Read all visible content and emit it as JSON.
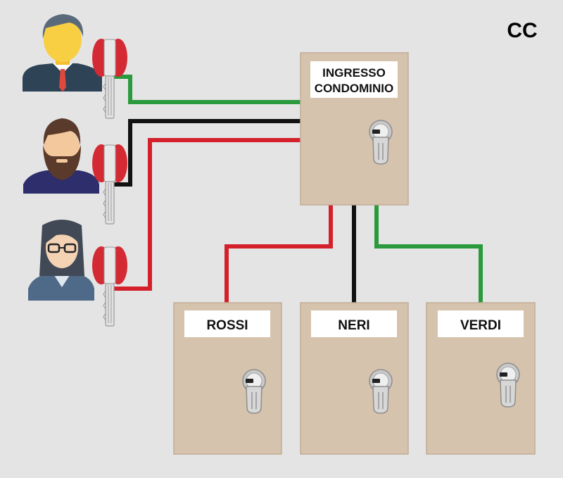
{
  "brand": "CC",
  "doors": {
    "main": {
      "line1": "INGRESSO",
      "line2": "CONDOMINIO"
    },
    "rossi": "ROSSI",
    "neri": "NERI",
    "verdi": "VERDI"
  },
  "wire_colors": {
    "green": "#2a9a3c",
    "black": "#111111",
    "red": "#d4202a"
  },
  "colors": {
    "door": "#d6c3ad",
    "door_border": "#c2ad96",
    "background": "#e4e4e5",
    "key_bow": "#d42a33"
  },
  "people": [
    {
      "icon": "businessman-icon",
      "key_wire": "green",
      "opens": [
        "INGRESSO CONDOMINIO",
        "VERDI"
      ]
    },
    {
      "icon": "bearded-man-icon",
      "key_wire": "black",
      "opens": [
        "INGRESSO CONDOMINIO",
        "NERI"
      ]
    },
    {
      "icon": "woman-with-glasses-icon",
      "key_wire": "red",
      "opens": [
        "INGRESSO CONDOMINIO",
        "ROSSI"
      ]
    }
  ]
}
